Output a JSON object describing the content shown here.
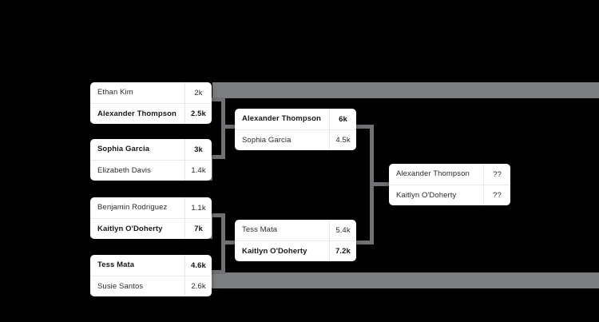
{
  "bracket": {
    "background_color": "#000000",
    "card_color": "#ffffff",
    "connector_color": "#6f7174",
    "band_color": "#7c7e81",
    "rounds": [
      {
        "name": "round-1",
        "matches": [
          {
            "id": "r1m1",
            "rows": [
              {
                "name": "Ethan Kim",
                "score": "2k",
                "winner": false
              },
              {
                "name": "Alexander Thompson",
                "score": "2.5k",
                "winner": true
              }
            ]
          },
          {
            "id": "r1m2",
            "rows": [
              {
                "name": "Sophia Garcia",
                "score": "3k",
                "winner": true
              },
              {
                "name": "Elizabeth Davis",
                "score": "1.4k",
                "winner": false
              }
            ]
          },
          {
            "id": "r1m3",
            "rows": [
              {
                "name": "Benjamin Rodriguez",
                "score": "1.1k",
                "winner": false
              },
              {
                "name": "Kaitlyn O'Doherty",
                "score": "7k",
                "winner": true
              }
            ]
          },
          {
            "id": "r1m4",
            "rows": [
              {
                "name": "Tess Mata",
                "score": "4.6k",
                "winner": true
              },
              {
                "name": "Susie Santos",
                "score": "2.6k",
                "winner": false
              }
            ]
          }
        ]
      },
      {
        "name": "round-2",
        "matches": [
          {
            "id": "r2m1",
            "rows": [
              {
                "name": "Alexander Thompson",
                "score": "6k",
                "winner": true
              },
              {
                "name": "Sophia Garcia",
                "score": "4.5k",
                "winner": false
              }
            ]
          },
          {
            "id": "r2m2",
            "rows": [
              {
                "name": "Tess Mata",
                "score": "5.4k",
                "winner": false
              },
              {
                "name": "Kaitlyn O'Doherty",
                "score": "7.2k",
                "winner": true
              }
            ]
          }
        ]
      },
      {
        "name": "final",
        "matches": [
          {
            "id": "r3m1",
            "rows": [
              {
                "name": "Alexander Thompson",
                "score": "??",
                "winner": false
              },
              {
                "name": "Kaitlyn O'Doherty",
                "score": "??",
                "winner": false
              }
            ]
          }
        ]
      }
    ]
  }
}
